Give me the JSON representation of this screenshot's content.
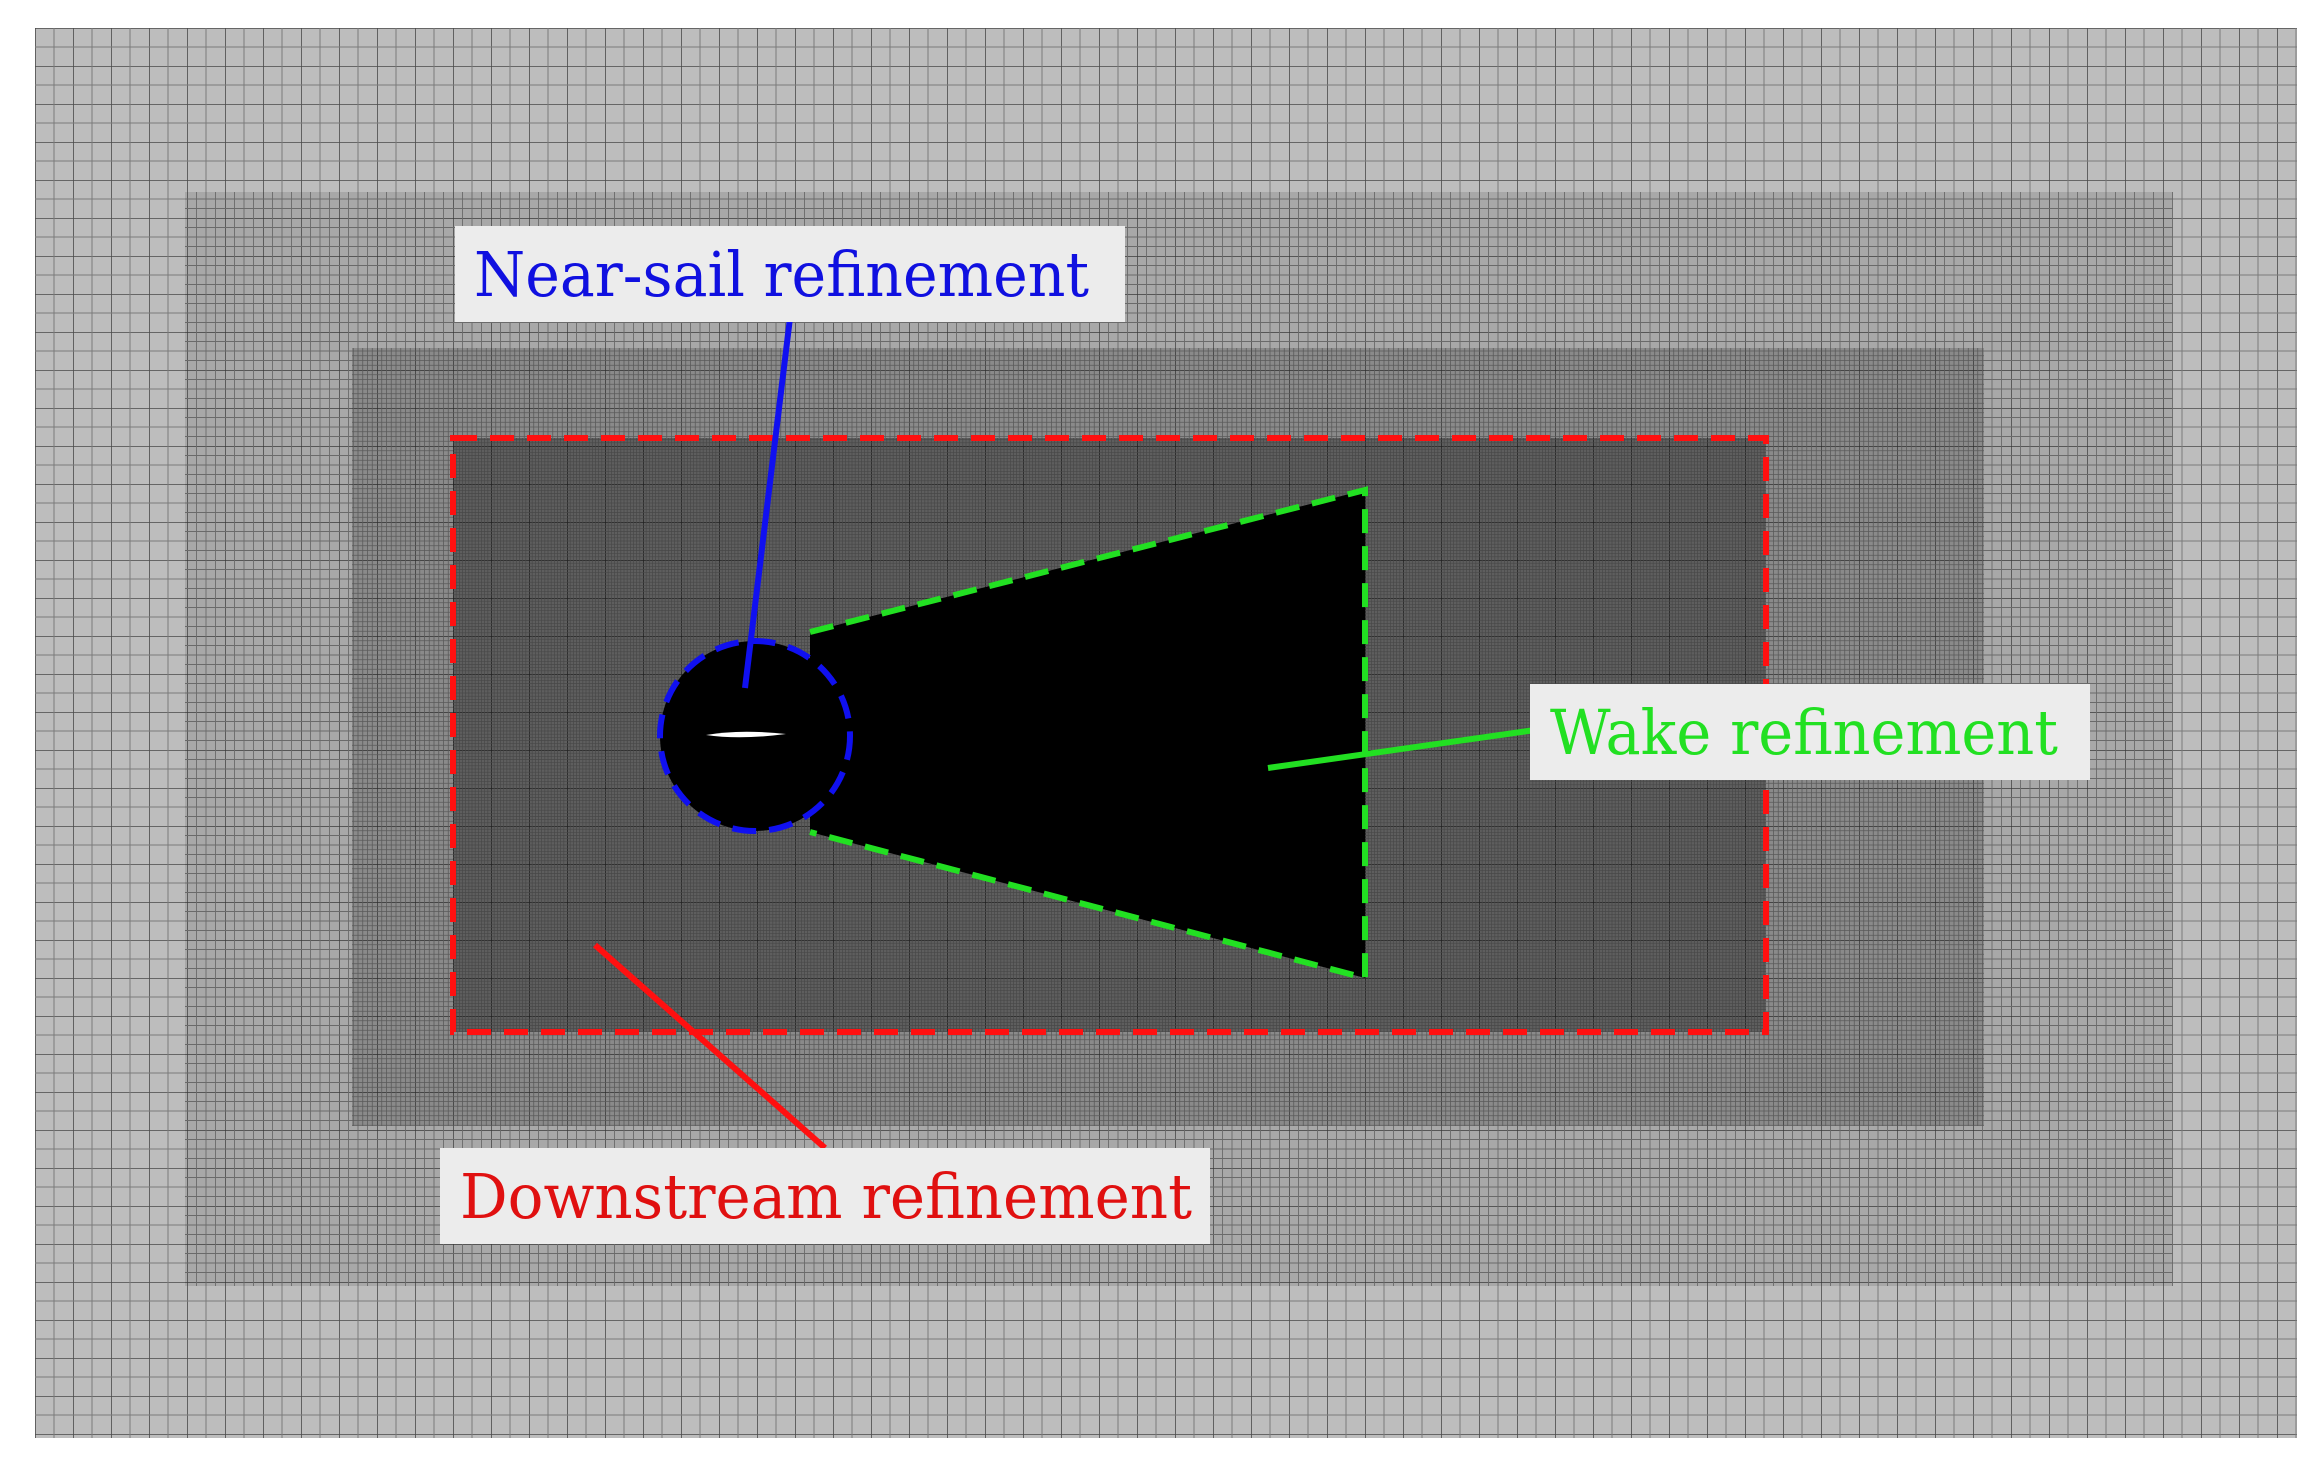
{
  "figure": {
    "colors": {
      "background": "#ffffff",
      "coarse_mesh": "#b8b8b8",
      "medium_mesh": "#9c9c9c",
      "fine_mesh": "#6e6e6e",
      "finest_mesh": "#454545",
      "wake_fill": "#000000",
      "label_box": "#ececec"
    },
    "labels": {
      "near_sail": {
        "text": "Near-sail refinement",
        "color": "#1010e0"
      },
      "wake": {
        "text": "Wake refinement",
        "color": "#22e022"
      },
      "downstream": {
        "text": "Downstream refinement",
        "color": "#e01010"
      }
    }
  }
}
